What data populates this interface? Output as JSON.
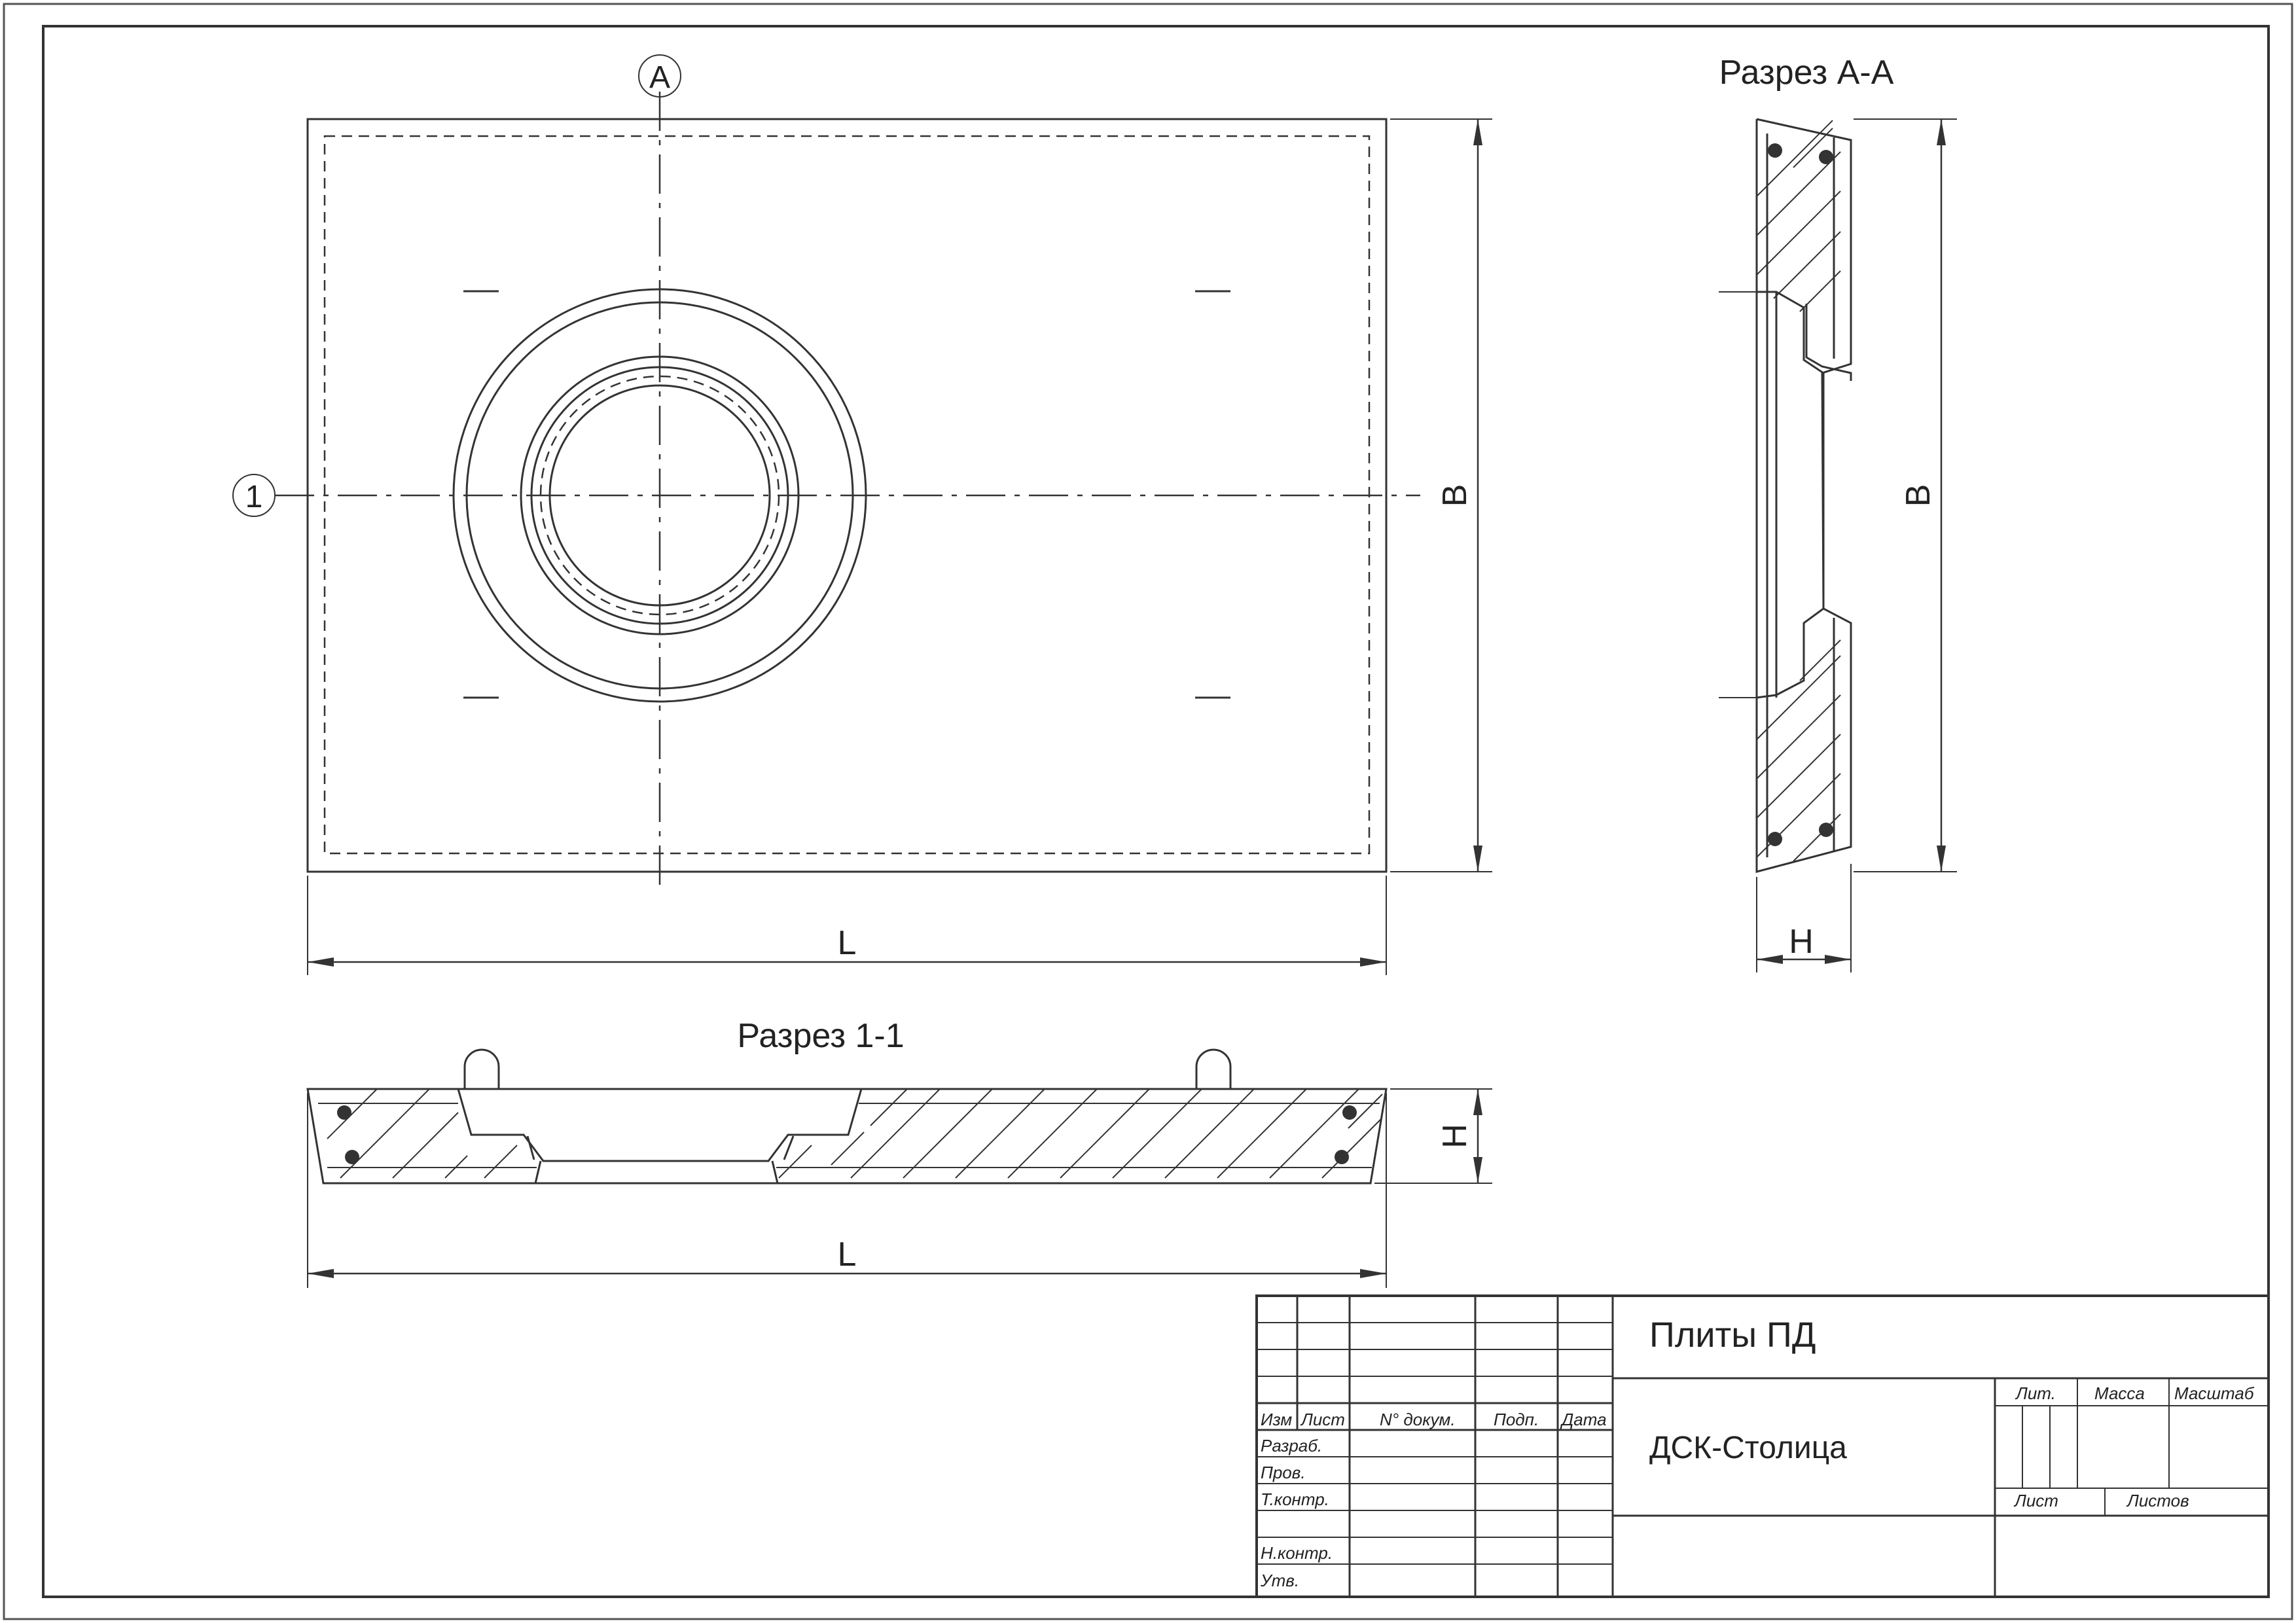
{
  "views": {
    "plan": {
      "axis_a": "А",
      "axis_1": "1",
      "dim_length": "L",
      "dim_width": "B"
    },
    "section_aa": {
      "title": "Разрез А-А",
      "dim_height": "B",
      "dim_thickness": "H"
    },
    "section_11": {
      "title": "Разрез 1-1",
      "dim_height": "H",
      "dim_length": "L"
    }
  },
  "title_block": {
    "product_name": "Плиты ПД",
    "organization": "ДСК-Столица",
    "columns": {
      "izm": "Изм",
      "list": "Лист",
      "doc_no": "N° докум.",
      "sign": "Подп.",
      "date": "Дата"
    },
    "roles": {
      "developed": "Разраб.",
      "checked": "Пров.",
      "tech_control": "Т.контр.",
      "norm_control": "Н.контр.",
      "approved": "Утв."
    },
    "lit": "Лит.",
    "mass": "Масса",
    "scale": "Масштаб",
    "sheet": "Лист",
    "sheets": "Листов"
  }
}
